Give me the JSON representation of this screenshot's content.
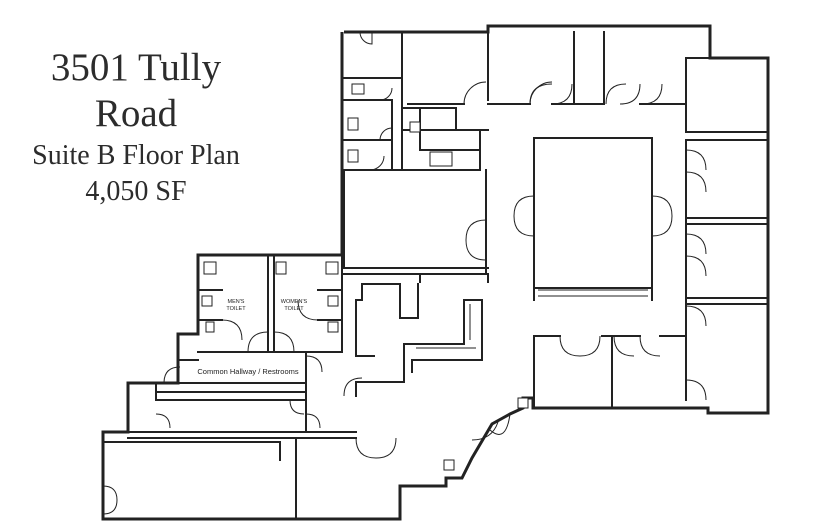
{
  "title": {
    "line1": "3501 Tully",
    "line2": "Road",
    "line3": "Suite B Floor Plan",
    "line4": "4,050 SF"
  },
  "labels": {
    "mens_toilet_1": "MEN'S",
    "mens_toilet_2": "TOILET",
    "womens_toilet_1": "WOMEN'S",
    "womens_toilet_2": "TOILET",
    "common_hallway": "Common Hallway / Restrooms"
  }
}
